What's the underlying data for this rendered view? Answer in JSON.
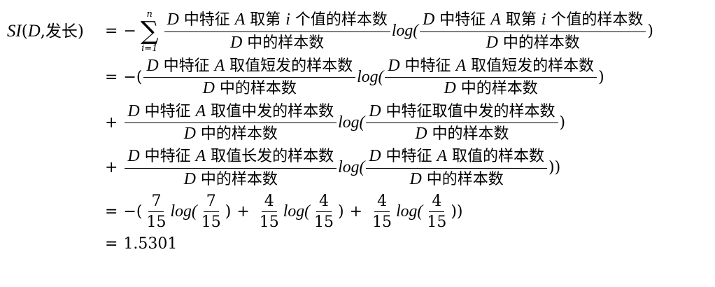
{
  "lhs": "SI(D,发长)",
  "eq": "=",
  "minus": "−",
  "plus": "+",
  "log": "log(",
  "lparen": "(",
  "rparen": ")",
  "rparen2": "))",
  "sum": {
    "symbol": "∑",
    "upper": "n",
    "lower": "i=1"
  },
  "row1": {
    "num": "D 中特征 A 取第 i 个值的样本数",
    "den": "D 中的样本数",
    "num2": "D 中特征 A 取第 i 个值的样本数",
    "den2": "D 中的样本数"
  },
  "row2": {
    "num": "D 中特征 A 取值短发的样本数",
    "den": "D 中的样本数",
    "num2": "D 中特征 A 取值短发的样本数",
    "den2": "D 中的样本数"
  },
  "row3": {
    "num": "D 中特征 A 取值中发的样本数",
    "den": "D 中的样本数",
    "num2": "D 中特征取值中发的样本数",
    "den2": "D 中的样本数"
  },
  "row4": {
    "num": "D 中特征 A 取值长发的样本数",
    "den": "D 中的样本数",
    "num2": "D 中特征 A 取值的样本数",
    "den2": "D 中的样本数"
  },
  "row5": {
    "f1n": "7",
    "f1d": "15",
    "f2n": "4",
    "f2d": "15",
    "f3n": "4",
    "f3d": "15"
  },
  "result": "1.5301"
}
